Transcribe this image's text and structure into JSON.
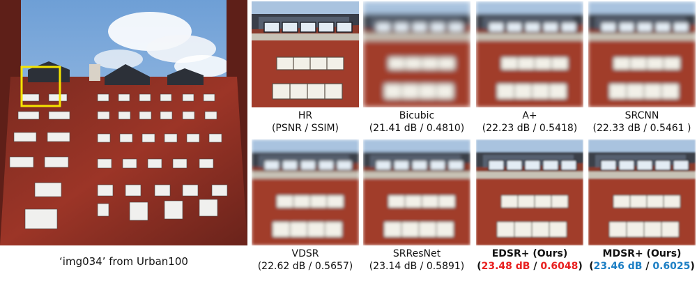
{
  "main": {
    "caption": "‘img034’ from Urban100",
    "highlight_color": "#f5e400"
  },
  "panels": [
    {
      "method": "HR",
      "metrics": "(PSNR / SSIM)",
      "blur": 0
    },
    {
      "method": "Bicubic",
      "metrics": "(21.41 dB / 0.4810)",
      "blur": 4
    },
    {
      "method": "A+",
      "metrics": "(22.23 dB / 0.5418)",
      "blur": 3
    },
    {
      "method": "SRCNN",
      "metrics": "(22.33 dB / 0.5461 )",
      "blur": 2.8
    },
    {
      "method": "VDSR",
      "metrics": "(22.62 dB / 0.5657)",
      "blur": 2.5
    },
    {
      "method": "SRResNet",
      "metrics": "(23.14 dB / 0.5891)",
      "blur": 2
    },
    {
      "method": "EDSR+ (Ours)",
      "psnr": "23.48 dB",
      "ssim": "0.6048",
      "blur": 1.2
    },
    {
      "method": "MDSR+ (Ours)",
      "psnr": "23.46 dB",
      "ssim": "0.6025",
      "blur": 1.2
    }
  ],
  "colors": {
    "best": "#e8201f",
    "second": "#1d7fc4",
    "brick": "#8a2e22",
    "sky": "#8fb7e0"
  }
}
